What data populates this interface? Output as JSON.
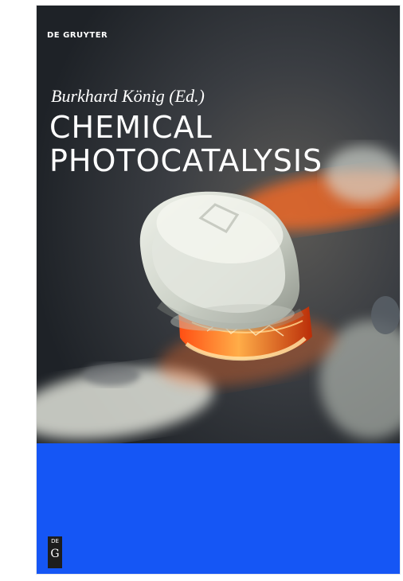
{
  "cover": {
    "publisher": "DE GRUYTER",
    "author": "Burkhard König (Ed.)",
    "title_line_1": "CHEMICAL",
    "title_line_2": "PHOTOCATALYSIS",
    "colors": {
      "brand_blue": "#1556f5",
      "photo_dark": "#2c3137",
      "vial_cap": "#d7dbd1",
      "orange_glow": "#ff7a2a"
    },
    "logo": {
      "line_1": "DE",
      "line_2": "G"
    }
  }
}
